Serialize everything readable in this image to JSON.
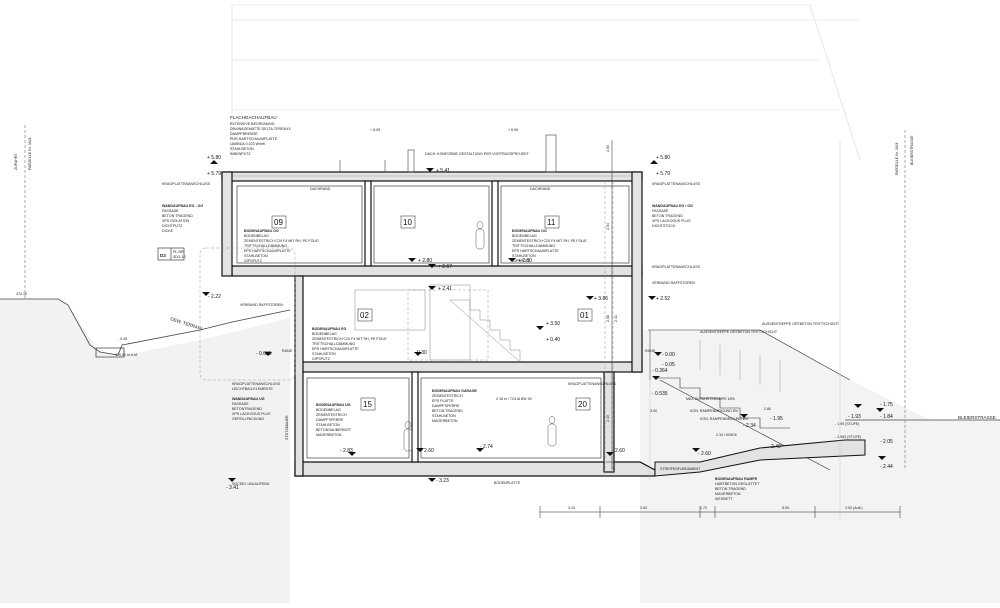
{
  "left_labels": {
    "zufahrt": "ZUFAHRT",
    "parzelle": "PARZELLE Nr. 3621",
    "gew_terrain": "GEW. TERRAIN",
    "plotlevel": "474.10",
    "bottom_level": "476.50 m.ü.M."
  },
  "right_labels": {
    "parzelle": "PARZELLE Nr. 3621",
    "bleierstrasse_vertical": "BLEIERSTRASSE",
    "bleierstrasse": "BLEIERSTRASSE"
  },
  "section_marker": {
    "code": "D2",
    "sub1": "PL.NR",
    "sub2": "3D/1.10"
  },
  "rooms": [
    {
      "id": "room-09",
      "label": "09"
    },
    {
      "id": "room-10",
      "label": "10"
    },
    {
      "id": "room-11",
      "label": "11"
    },
    {
      "id": "room-02",
      "label": "02"
    },
    {
      "id": "room-01",
      "label": "01"
    },
    {
      "id": "room-15",
      "label": "15"
    },
    {
      "id": "room-20",
      "label": "20"
    }
  ],
  "levels": {
    "roof_left": "+ 5.80",
    "roof_left2": "+ 5.79",
    "roof_center": "+ 5.41",
    "roof_right": "+ 5.80",
    "roof_right2": "+ 5.79",
    "upper_floor_a": "+ 2.80",
    "upper_floor_b": "+ 2.67",
    "upper_floor_c": "+ 2.80",
    "mid_a": "+ 2.41",
    "mid_right": "+ 2.52",
    "left_mid": "- 2.22",
    "left_low": "- 0.45",
    "ground_a": "- 0.025",
    "ground_b": "- 0.30",
    "ground_c": "+ 0.00",
    "ground_d": "+ 0.40",
    "ground_e": "+ 3.50",
    "ground_f": "+ 3.86",
    "ground_g": "- 0.00",
    "ground_h": "- 0.05",
    "garage_a": "- 2.60",
    "garage_b": "- 2.74",
    "garage_c": "- 2.83",
    "garage_d": "- 2.60",
    "base_a": "- 3.41",
    "base_b": "- 3.23",
    "right_a": "- 0.364",
    "right_b": "- 0.535",
    "right_c": "- 2.60",
    "right_d": "- 2.34",
    "right_e": "- 1.93",
    "right_f": "- 1.75",
    "right_g": "- 1.84",
    "right_h": "- 2.44",
    "right_i": "- 2.05",
    "right_j": "- 1.95",
    "right_k": "- 2.40"
  },
  "dimensions_bottom": [
    "3.10",
    "2.00",
    "1.73",
    "5.00",
    "2.00 (Aufl.)"
  ],
  "dimensions_right": [
    "2.54",
    "2.58",
    "2.41",
    "2.40",
    "1.50"
  ],
  "notes": {
    "roof_title": "FLACHDACHAUFBAU",
    "roof_lines": [
      "EXTENSIVE BEGRÜNUNG",
      "DRAINAGEMATTE DELTA-TERRAXX",
      "DAMPFBREMSE",
      "PUR-HARTSCHAUMPLATTE",
      "LAMBDA 0.023 W/mK",
      "STAHLBETON",
      "INNENPUTZ"
    ],
    "roof_caption": "DACH: KONFORME GESTALTUNG PER VORTRAGSPROJEKT",
    "roof_right": "+ 6.05",
    "roof_right_b": "+ 6.96",
    "dachrand": "DACHRAND",
    "dachrand2": "DACHRAND",
    "wall_left_title": "WANDAUFBAU EG - OG",
    "wall_left_lines": [
      "FASSADE",
      "BETON TRAGEND",
      "XPS ISOLATION",
      "DICHTPUTZ",
      "DICKE"
    ],
    "wall_right_title": "WANDAUFBAU EG / OG",
    "wall_right_lines": [
      "FASSADE",
      "BETON TRAGEND",
      "XPS LACKOOUS PLUS",
      "DICHTSTOCK"
    ],
    "floor_og_left_title": "BODENAUFBAU OG",
    "floor_og_left_lines": [
      "BODENBELAG",
      "ZEMENTESTRICH C20 F4 MIT RH, PE FOLIE",
      "TRITTSCHALLDÄMMUNG",
      "EPS HARTSCHAUMPLATTE",
      "STAHLBETON",
      "GIPSPUTZ"
    ],
    "floor_og_right_title": "BODENAUFBAU OG",
    "floor_og_right_lines": [
      "BODENBELAG",
      "ZEMENTESTRICH C20 F4 MIT RH, PE FOLIE",
      "TRITTSCHALLDÄMMUNG",
      "EPS HARTSCHAUMPLATTE",
      "STAHLBETON",
      "GIPSPUTZ"
    ],
    "floor_eg_title": "BODENAUFBAU EG",
    "floor_eg_lines": [
      "BODENBELAG",
      "ZEMENTESTRICH C20 F4 MIT RH, PE FOLIE",
      "TRITTSCHALLDÄMMUNG",
      "EPS HARTSCHAUMPLATTE",
      "STAHLBETON",
      "GIPSPUTZ"
    ],
    "floor_ug_title": "BODENAUFBAU UG",
    "floor_ug_lines": [
      "BODENBELAG",
      "ZEMENTESTRICH",
      "DAMPFSPERRE",
      "STAHLBETON",
      "BETONSAUBERKEIT",
      "MAGERBETON"
    ],
    "garage_title": "BODENAUFBAU GARAGE",
    "garage_lines": [
      "ZEMENTESTRICH",
      "EPS PLATTE",
      "DAMPFSPERRE",
      "BETON TRAGEND",
      "STAHLBETON",
      "MAGERBETON"
    ],
    "ug_wall_title": "WANDAUFBAU UG",
    "ug_wall_lines": [
      "FASSADE",
      "BETONTRAGEND",
      "XPS LACKOOUS PLUS",
      "GERÖLLPACKUNG"
    ],
    "kragplatte1": "KRAGPLATTENANSCHLUSS",
    "kragplatte2": "KRAGPLATTENANSCHLUSS",
    "kragplatte3": "KRAGPLATTENANSCHLUSS",
    "kragplatte4": "KRAGPLATTENANSCHLUSS",
    "verbund": "VERBUND RAFFSTOREN",
    "garage_door": "2.18 m / TOLIA BW 92",
    "terrain_note": "BODENAUFBAU RAMPE",
    "terrain_lines": [
      "HARTBETON GEGLÄTTET",
      "BETON TRAGEND",
      "MAGERBETON",
      "KIESBETT"
    ],
    "stairs_note": "AUSSENTREPPE ORTBETON TRITTSCHICHT",
    "fundation": "STREIFENFUNDAMENT",
    "sockel": "SOCKEL UNLAUFEND",
    "bodenplatte": "BODENPLATTE",
    "schildwand": "STÜTZMAUER",
    "rampe_note": "MAX ZUFAHRTSRAMPE 18%",
    "rampe_pct": "KON. RAMPENNEIGUNG 8%",
    "rampe_pct2": "KON. RAMPENNEIGUNG 8%",
    "treppe": "2.34 / KNICK",
    "treppe_b": "2.80",
    "treppe_c": "3.00",
    "steps": "- 1.95 (STUFE)",
    "steps_b": "- 1.963 (STUFE)",
    "rand": "RAND",
    "rand2": "RAND",
    "leichtbau": "LEICHTBAU-ELEMENTE"
  }
}
